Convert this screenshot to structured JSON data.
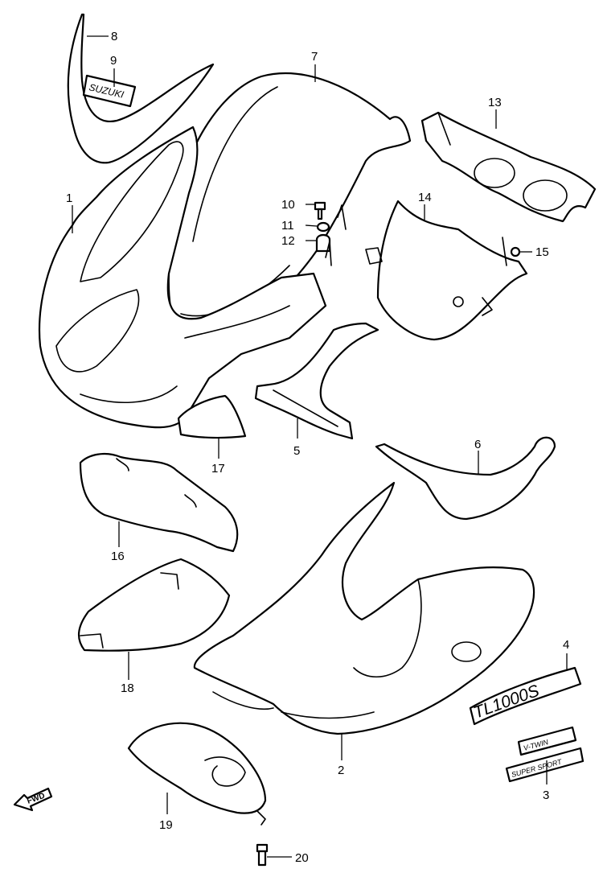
{
  "callouts": {
    "c1": "1",
    "c2": "2",
    "c3": "3",
    "c4": "4",
    "c5": "5",
    "c6": "6",
    "c7": "7",
    "c8": "8",
    "c9": "9",
    "c10": "10",
    "c11": "11",
    "c12": "12",
    "c13": "13",
    "c14": "14",
    "c15": "15",
    "c16": "16",
    "c17": "17",
    "c18": "18",
    "c19": "19",
    "c20": "20"
  },
  "emblems": {
    "suzuki": "SUZUKI",
    "model": "TL1000S",
    "vtwin": "V-TWIN",
    "super_sport": "SUPER SPORT"
  },
  "direction_label": "FWD"
}
